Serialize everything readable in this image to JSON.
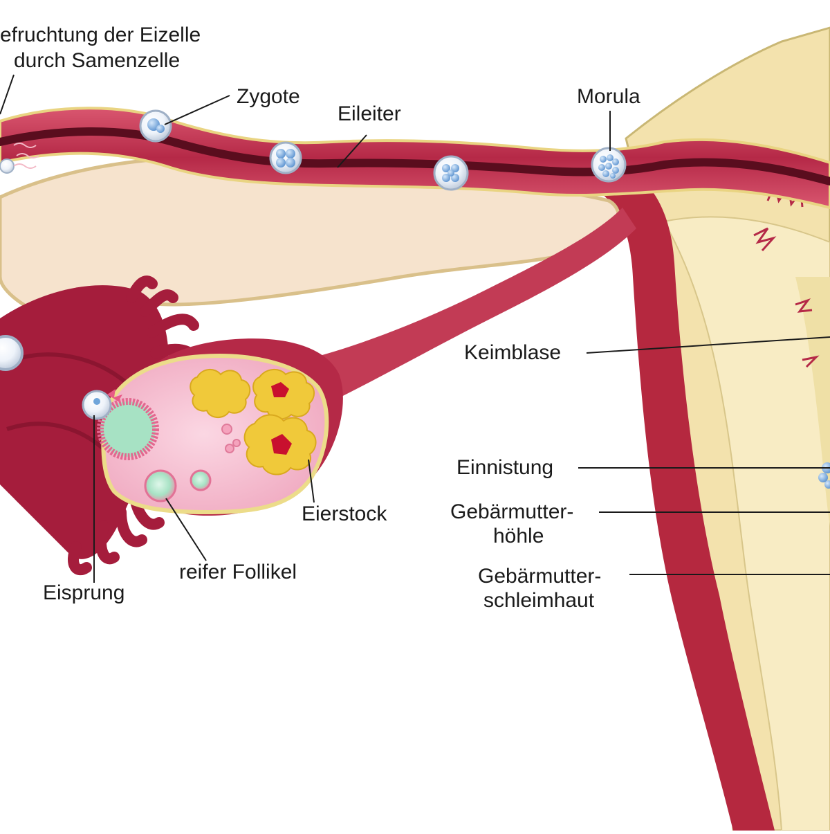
{
  "labels": {
    "befruchtung_line1": "efruchtung der Eizelle",
    "befruchtung_line2": "durch Samenzelle",
    "zygote": "Zygote",
    "eileiter": "Eileiter",
    "morula": "Morula",
    "keimblase": "Keimblase",
    "einnistung": "Einnistung",
    "gebaermutterhoehle_line1": "Gebärmutter-",
    "gebaermutterhoehle_line2": "höhle",
    "schleimhaut_line1": "Gebärmutter-",
    "schleimhaut_line2": "schleimhaut",
    "eierstock": "Eierstock",
    "reifer_follikel": "reifer Follikel",
    "eisprung": "Eisprung"
  },
  "colors": {
    "tissue_dark": "#a51d3c",
    "tissue_mid": "#c8455e",
    "tube_lumen": "#5a0d1e",
    "ovary_fill": "#f6c4d4",
    "ovary_rim": "#e8d77c",
    "ligament": "#f2ddb0",
    "uterus_wall": "#f5e3aa",
    "cell_blue": "#8ab8e8",
    "yellow_body": "#f0c93a"
  }
}
